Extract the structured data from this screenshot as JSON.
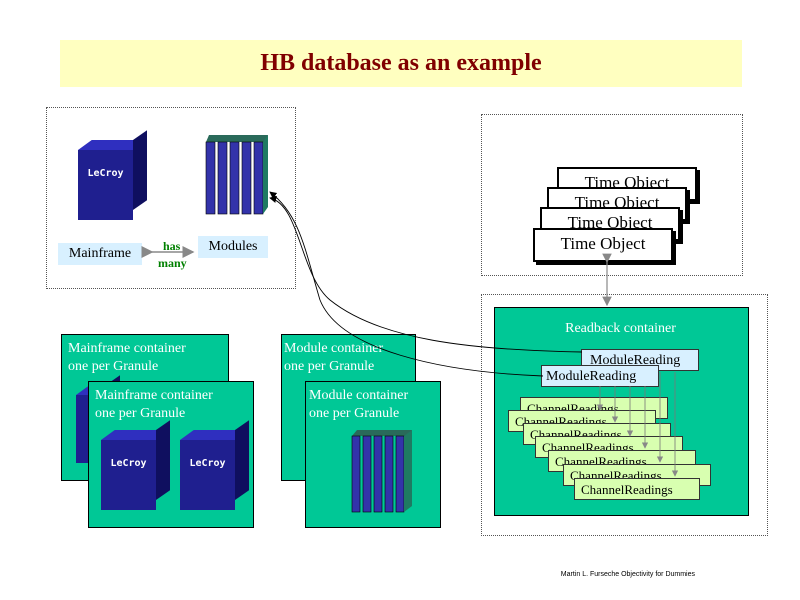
{
  "title": "HB database as an example",
  "top_left": {
    "cube_label": "LeCroy",
    "mainframe_label": "Mainframe",
    "modules_label": "Modules",
    "relation_top": "has",
    "relation_bottom": "many"
  },
  "time_objects": [
    "Time Object",
    "Time Object",
    "Time Object",
    "Time Object"
  ],
  "mainframe_container": {
    "back_line1": "Mainframe container",
    "back_line2": "one per Granule",
    "front_line1": "Mainframe container",
    "front_line2": "one per Granule",
    "cube_label": "LeCroy"
  },
  "module_container": {
    "back_line1": "Module container",
    "back_line2": "one per Granule",
    "front_line1": "Module container",
    "front_line2": "one per Granule"
  },
  "readback": {
    "title": "Readback container",
    "module_readings": [
      "ModuleReading",
      "ModuleReading"
    ],
    "channel_readings": [
      "ChannelReadings",
      "ChannelReadings",
      "ChannelReadings",
      "ChannelReadings",
      "ChannelReadings",
      "ChannelReadings",
      "ChannelReadings"
    ]
  },
  "footer": "Martin L. Furseche Objectivity for Dummies",
  "colors": {
    "title_bg": "#ffffc0",
    "title_text": "#800000",
    "teal": "#00c896",
    "cube": "#1f1f8f"
  }
}
